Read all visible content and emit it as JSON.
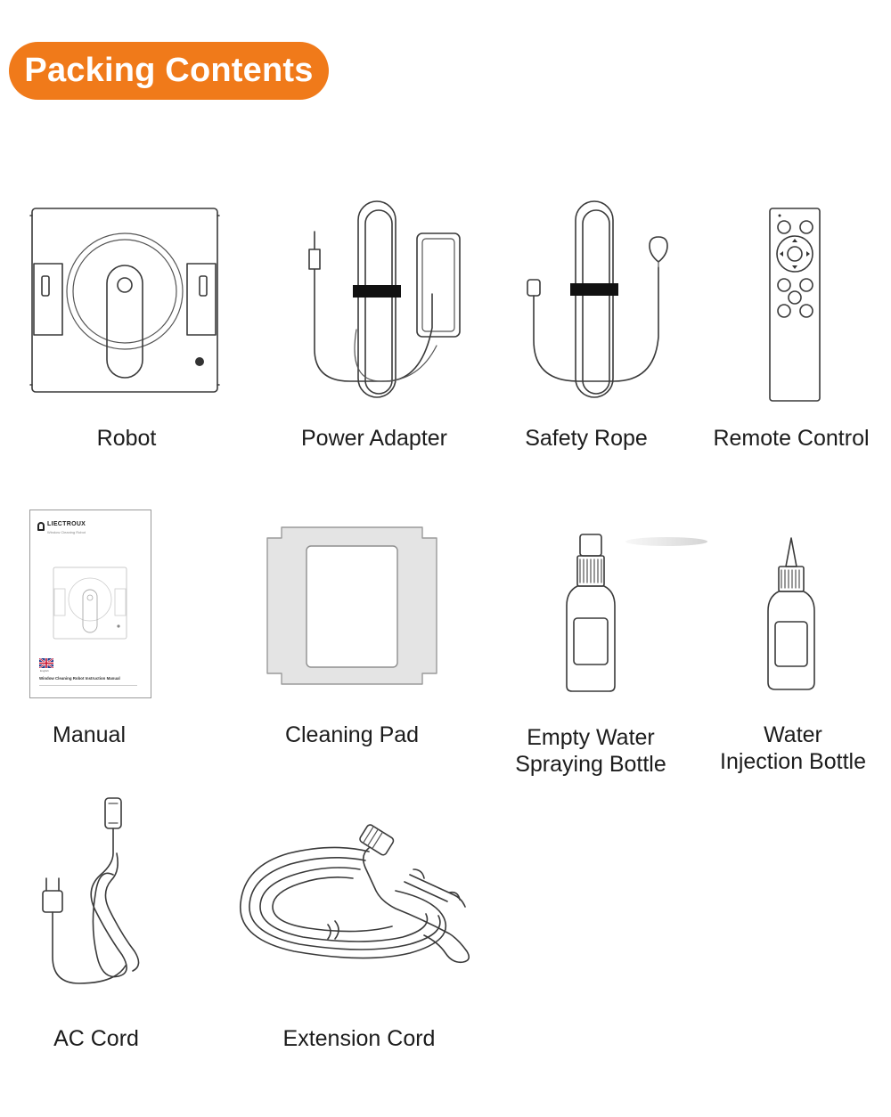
{
  "header": {
    "title": "Packing Contents"
  },
  "colors": {
    "badge": "#f07a1a",
    "text": "#1c1c1c",
    "line_art": "#3a3a3a",
    "pad_fill": "#e4e4e4"
  },
  "manual_cover": {
    "brand": "LIECTROUX",
    "subtitle": "Window Cleaning Robot",
    "language": "English",
    "doc_title": "Window Cleaning Robot Instruction Manual"
  },
  "items": [
    {
      "name": "Robot",
      "icon": "window-robot-icon"
    },
    {
      "name": "Power Adapter",
      "icon": "power-adapter-icon"
    },
    {
      "name": "Safety Rope",
      "icon": "safety-rope-icon"
    },
    {
      "name": "Remote Control",
      "icon": "remote-control-icon"
    },
    {
      "name": "Manual",
      "icon": "manual-booklet-icon"
    },
    {
      "name": "Cleaning Pad",
      "icon": "cleaning-pad-icon"
    },
    {
      "name_lines": [
        "Empty Water",
        "Spraying Bottle"
      ],
      "icon": "spray-bottle-icon"
    },
    {
      "name_lines": [
        "Water",
        "Injection Bottle"
      ],
      "icon": "injection-bottle-icon"
    },
    {
      "name": "AC Cord",
      "icon": "ac-cord-icon"
    },
    {
      "name": "Extension Cord",
      "icon": "extension-cord-icon"
    }
  ]
}
